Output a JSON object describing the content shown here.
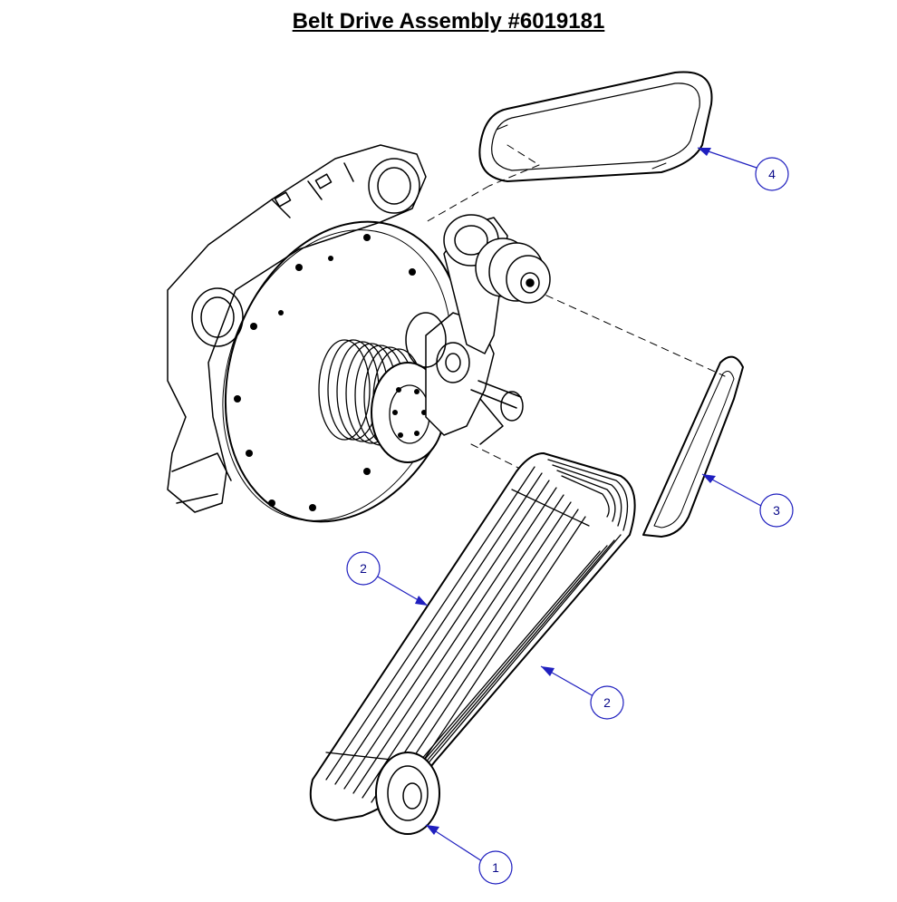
{
  "title": "Belt Drive Assembly #6019181",
  "callouts": [
    {
      "id": "callout-4",
      "label": "4"
    },
    {
      "id": "callout-3",
      "label": "3"
    },
    {
      "id": "callout-2a",
      "label": "2"
    },
    {
      "id": "callout-2b",
      "label": "2"
    },
    {
      "id": "callout-1",
      "label": "1"
    }
  ],
  "colors": {
    "line": "#000000",
    "callout": "#1f1fbf"
  }
}
